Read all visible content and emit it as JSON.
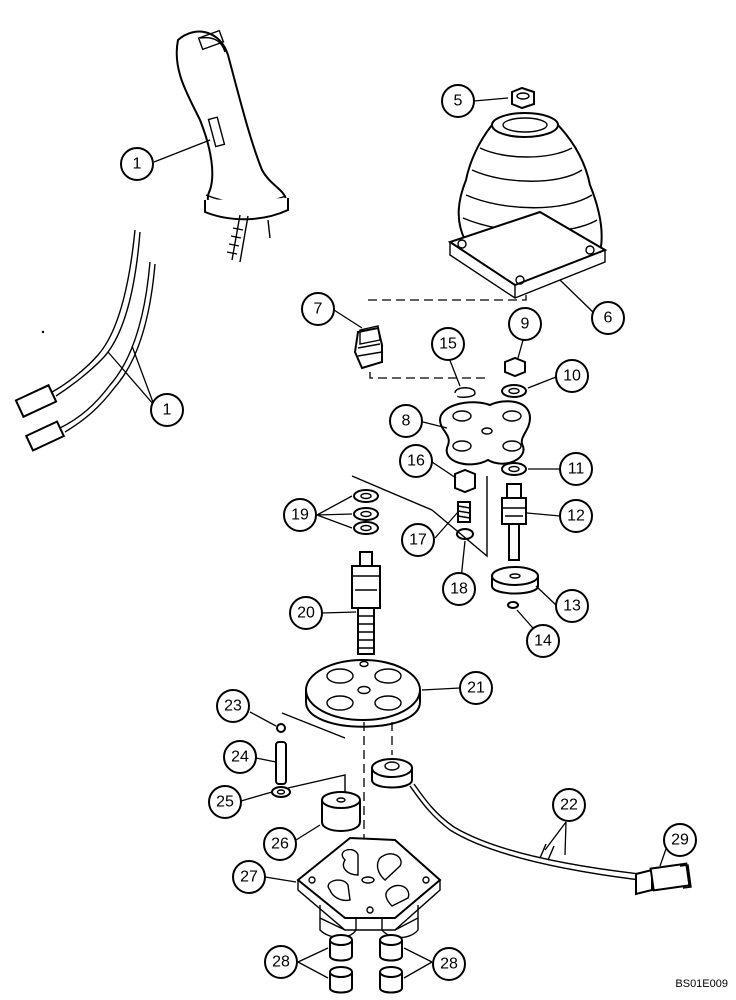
{
  "figure": {
    "code": "BS01E009",
    "callouts": [
      {
        "id": "c1a",
        "label": "1"
      },
      {
        "id": "c1b",
        "label": "1"
      },
      {
        "id": "c5",
        "label": "5"
      },
      {
        "id": "c6",
        "label": "6"
      },
      {
        "id": "c7",
        "label": "7"
      },
      {
        "id": "c8",
        "label": "8"
      },
      {
        "id": "c9",
        "label": "9"
      },
      {
        "id": "c10",
        "label": "10"
      },
      {
        "id": "c11",
        "label": "11"
      },
      {
        "id": "c12",
        "label": "12"
      },
      {
        "id": "c13",
        "label": "13"
      },
      {
        "id": "c14",
        "label": "14"
      },
      {
        "id": "c15",
        "label": "15"
      },
      {
        "id": "c16",
        "label": "16"
      },
      {
        "id": "c17",
        "label": "17"
      },
      {
        "id": "c18",
        "label": "18"
      },
      {
        "id": "c19",
        "label": "19"
      },
      {
        "id": "c20",
        "label": "20"
      },
      {
        "id": "c21",
        "label": "21"
      },
      {
        "id": "c22",
        "label": "22"
      },
      {
        "id": "c23",
        "label": "23"
      },
      {
        "id": "c24",
        "label": "24"
      },
      {
        "id": "c25",
        "label": "25"
      },
      {
        "id": "c26",
        "label": "26"
      },
      {
        "id": "c27",
        "label": "27"
      },
      {
        "id": "c28a",
        "label": "28"
      },
      {
        "id": "c28b",
        "label": "28"
      },
      {
        "id": "c29",
        "label": "29"
      }
    ]
  }
}
